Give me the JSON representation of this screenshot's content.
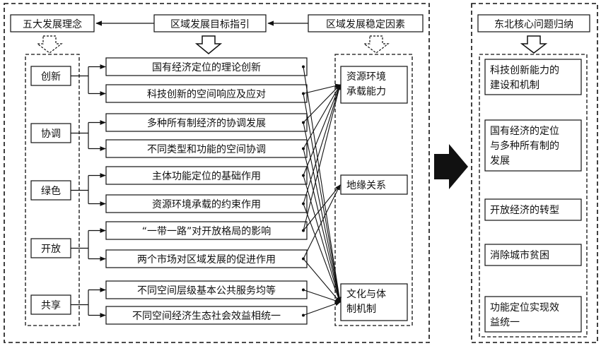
{
  "top_labels": {
    "five_concepts": "五大发展理念",
    "regional_goal": "区域发展目标指引",
    "stability_factors": "区域发展稳定因素",
    "northeast_core": "东北核心问题归纳"
  },
  "concepts": [
    "创新",
    "协调",
    "绿色",
    "开放",
    "共享"
  ],
  "goals": [
    "国有经济定位的理论创新",
    "科技创新的空间响应及应对",
    "多种所有制经济的协调发展",
    "不同类型和功能的空间协调",
    "主体功能定位的基础作用",
    "资源环境承载的约束作用",
    "“一带一路”对开放格局的影响",
    "两个市场对区域发展的促进作用",
    "不同空间层级基本公共服务均等",
    "不同空间经济生态社会效益相统一"
  ],
  "factors": [
    [
      "资源环境",
      "承载能力"
    ],
    [
      "地缘关系"
    ],
    [
      "文化与体",
      "制机制"
    ]
  ],
  "core_issues": [
    [
      "科技创新能力的",
      "建设和机制"
    ],
    [
      "国有经济的定位",
      "与多种所有制的",
      "发展"
    ],
    [
      "开放经济的转型"
    ],
    [
      "消除城市贫困"
    ],
    [
      "功能定位实现效",
      "益统一"
    ]
  ]
}
